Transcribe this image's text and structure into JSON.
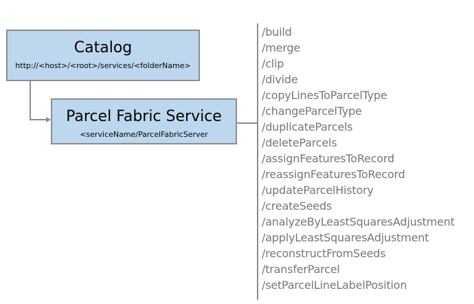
{
  "catalog": {
    "title": "Catalog",
    "url": "http://<host>/<root>/services/<folderName>"
  },
  "service": {
    "title": "Parcel Fabric Service",
    "path": "<serviceName/ParcelFabricServer"
  },
  "operations": [
    "/build",
    "/merge",
    "/clip",
    "/divide",
    "/copyLinesToParcelType",
    "/changeParcelType",
    "/duplicateParcels",
    "/deleteParcels",
    "/assignFeaturesToRecord",
    "/reassignFeaturesToRecord",
    "/updateParcelHistory",
    "/createSeeds",
    "/analyzeByLeastSquaresAdjustment",
    "/applyLeastSquaresAdjustment",
    "/reconstructFromSeeds",
    "/transferParcel",
    "/setParcelLineLabelPosition"
  ],
  "colors": {
    "box_fill": "#bdd7ee",
    "box_border": "#8c8c8c",
    "connector": "#8c8c8c",
    "operation_text": "#767676"
  }
}
